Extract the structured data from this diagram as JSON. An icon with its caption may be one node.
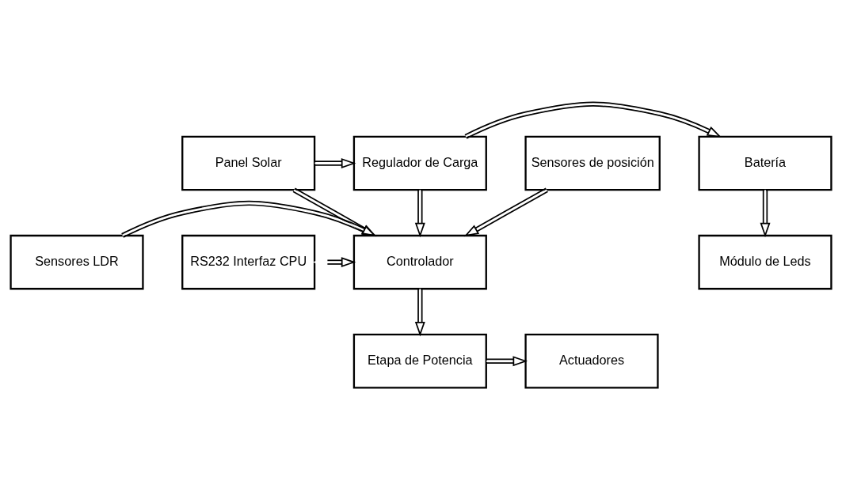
{
  "diagram": {
    "nodes": [
      {
        "text": [
          "Panel Solar"
        ]
      },
      {
        "text": [
          "Regulador de Carga"
        ]
      },
      {
        "text": [
          "Batería"
        ]
      },
      {
        "text": [
          "Módulo de Leds"
        ]
      },
      {
        "text": [
          "RS232 Interfaz CPU"
        ]
      },
      {
        "text": [
          "Controlador"
        ]
      },
      {
        "text": [
          "Sensores LDR"
        ]
      },
      {
        "text": [
          "Sensores de posición"
        ]
      },
      {
        "text": [
          "Etapa de Potencia"
        ]
      },
      {
        "text": [
          "Actuadores"
        ]
      }
    ],
    "edges": [
      {
        "from": 0,
        "to": 1,
        "arrow": "to"
      },
      {
        "from": 1,
        "to": 2,
        "arrow": "to"
      },
      {
        "from": 2,
        "to": 3,
        "arrow": "to"
      },
      {
        "from": 0,
        "to": 5,
        "arrow": "to"
      },
      {
        "from": 1,
        "to": 5,
        "arrow": "to"
      },
      {
        "from": 4,
        "to": 5,
        "arrow": "both"
      },
      {
        "from": 6,
        "to": 5,
        "arrow": "to"
      },
      {
        "from": 7,
        "to": 5,
        "arrow": "to"
      },
      {
        "from": 5,
        "to": 8,
        "arrow": "to"
      },
      {
        "from": 8,
        "to": 9,
        "arrow": "to"
      }
    ]
  }
}
